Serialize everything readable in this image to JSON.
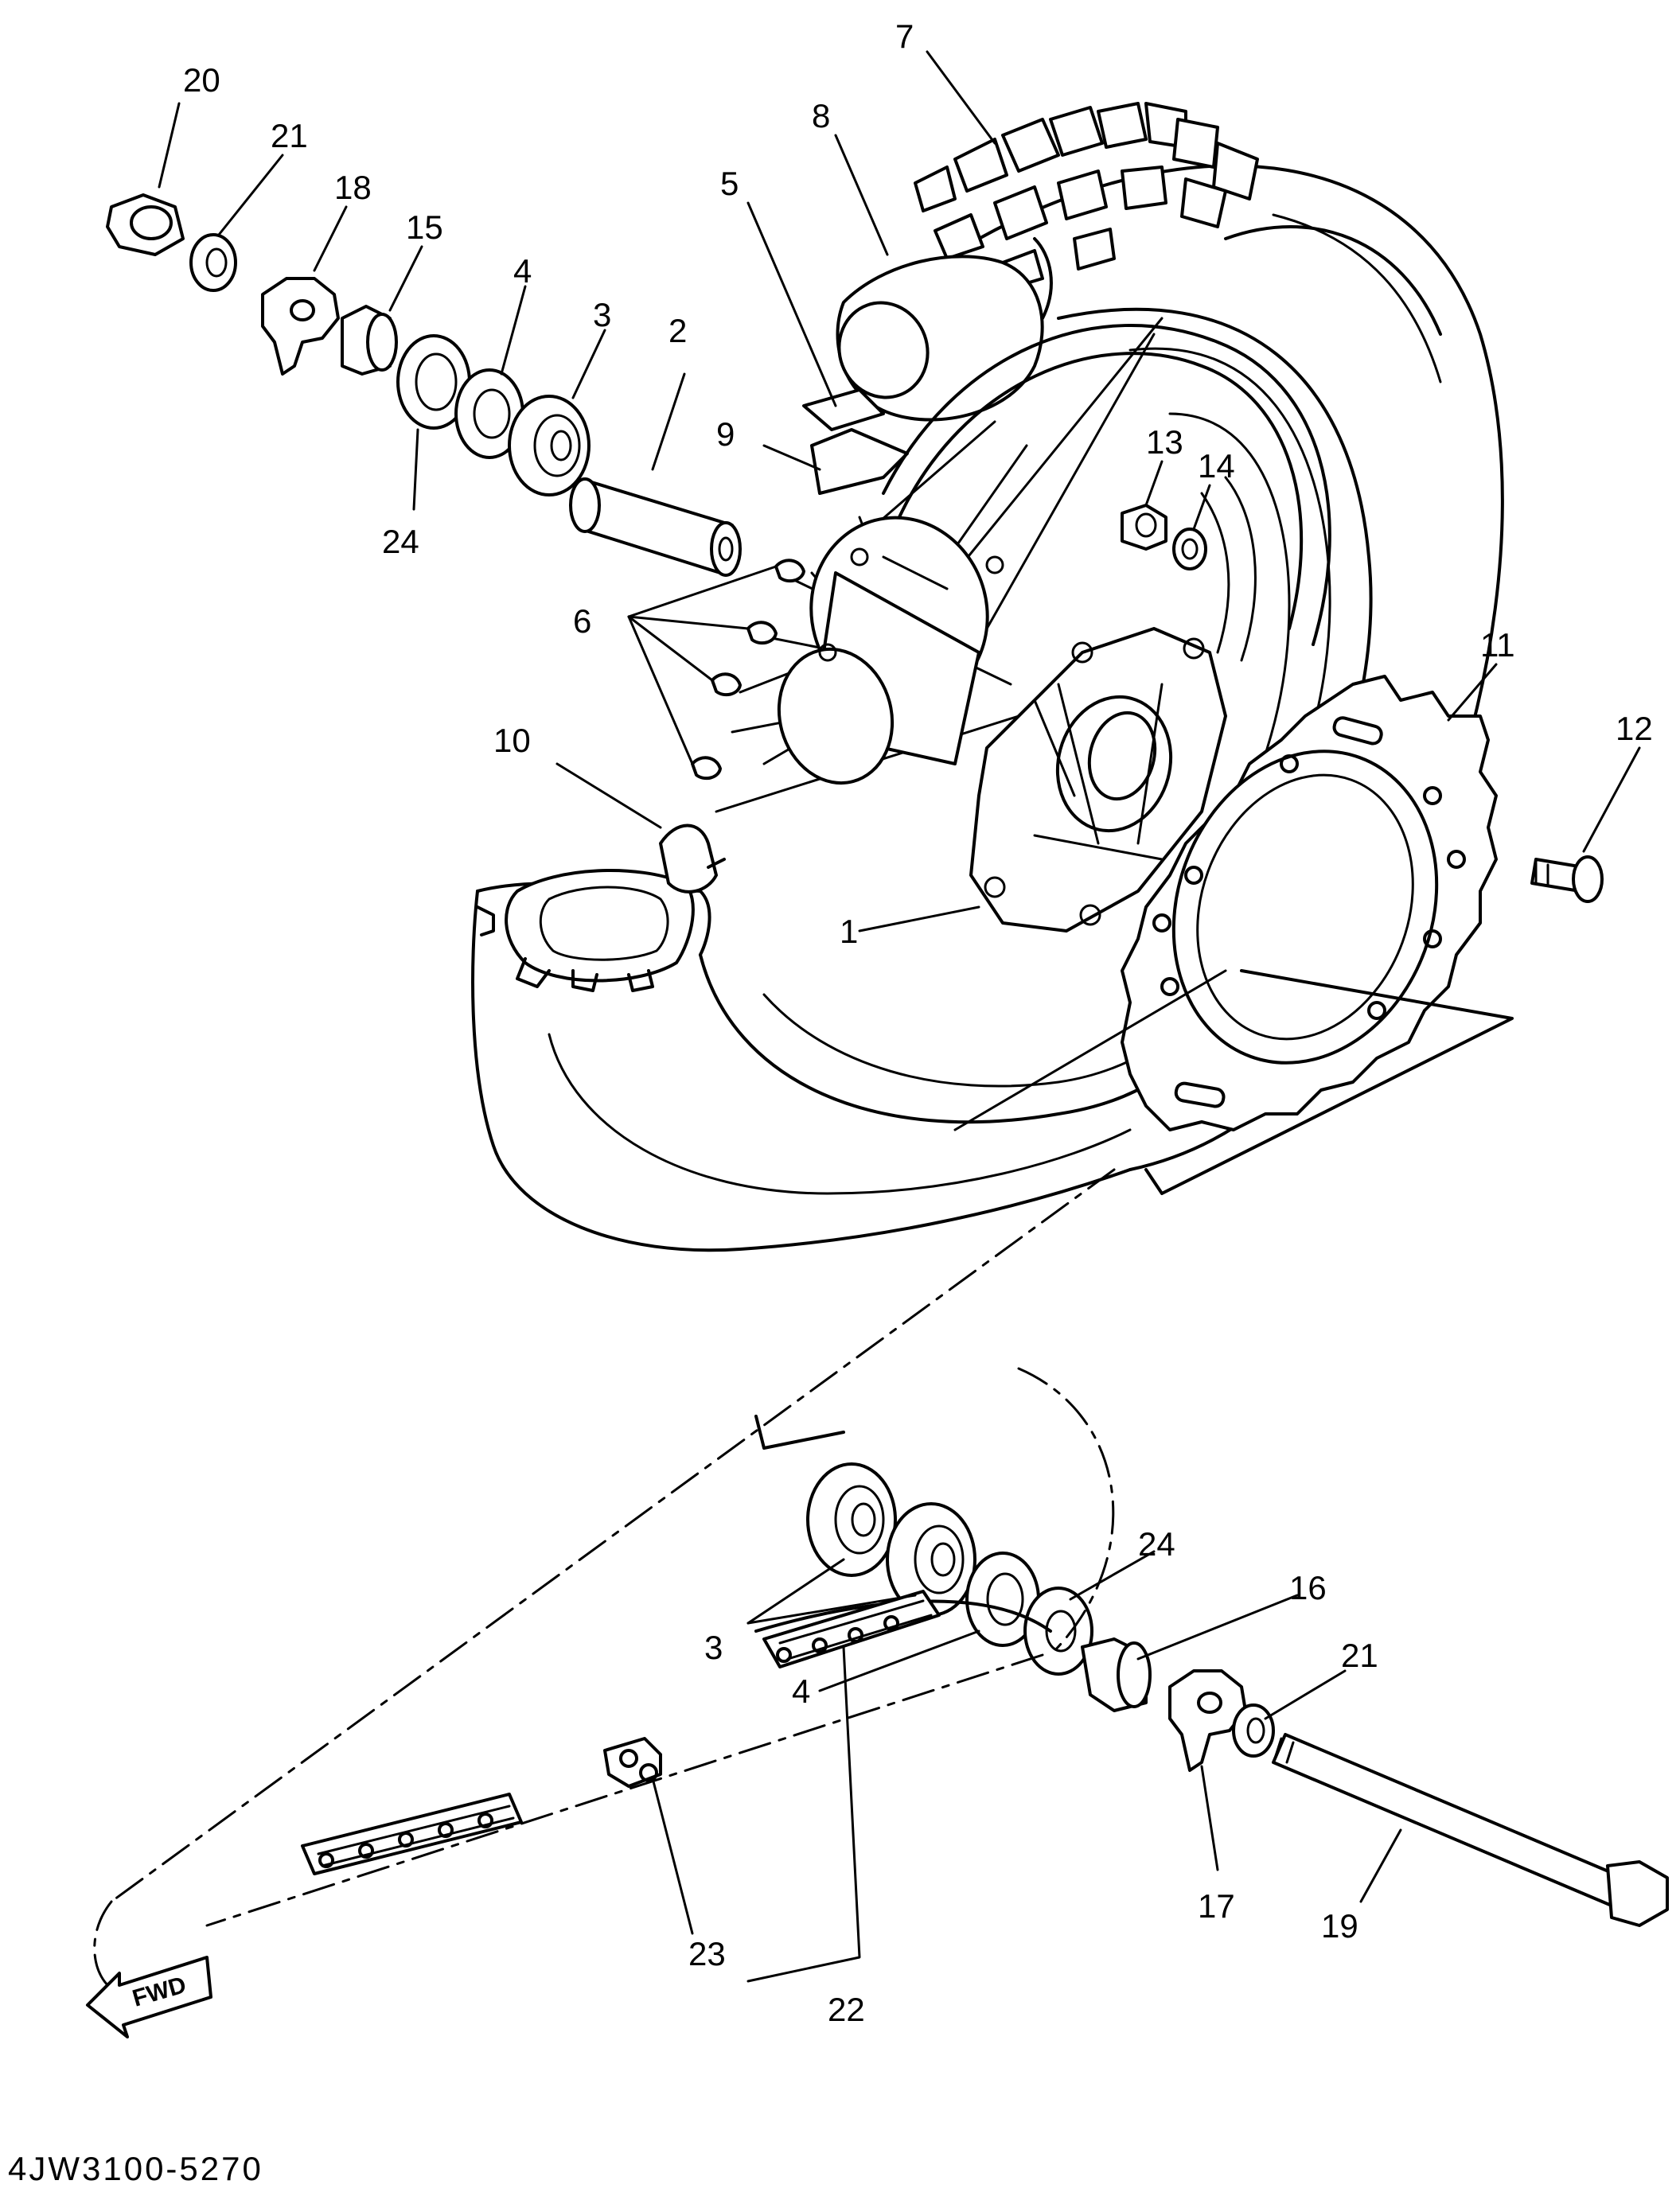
{
  "diagram_code": "4JW3100-5270",
  "direction_label": "FWD",
  "callouts": {
    "c1": "1",
    "c2": "2",
    "c3_top": "3",
    "c4_top": "4",
    "c5": "5",
    "c6": "6",
    "c7": "7",
    "c8": "8",
    "c9": "9",
    "c10": "10",
    "c11": "11",
    "c12": "12",
    "c13": "13",
    "c14": "14",
    "c15": "15",
    "c16": "16",
    "c17": "17",
    "c18": "18",
    "c19": "19",
    "c20": "20",
    "c21_top": "21",
    "c21_bottom": "21",
    "c22": "22",
    "c23": "23",
    "c24_top": "24",
    "c24_bottom": "24",
    "c3_bottom": "3",
    "c4_bottom": "4"
  }
}
